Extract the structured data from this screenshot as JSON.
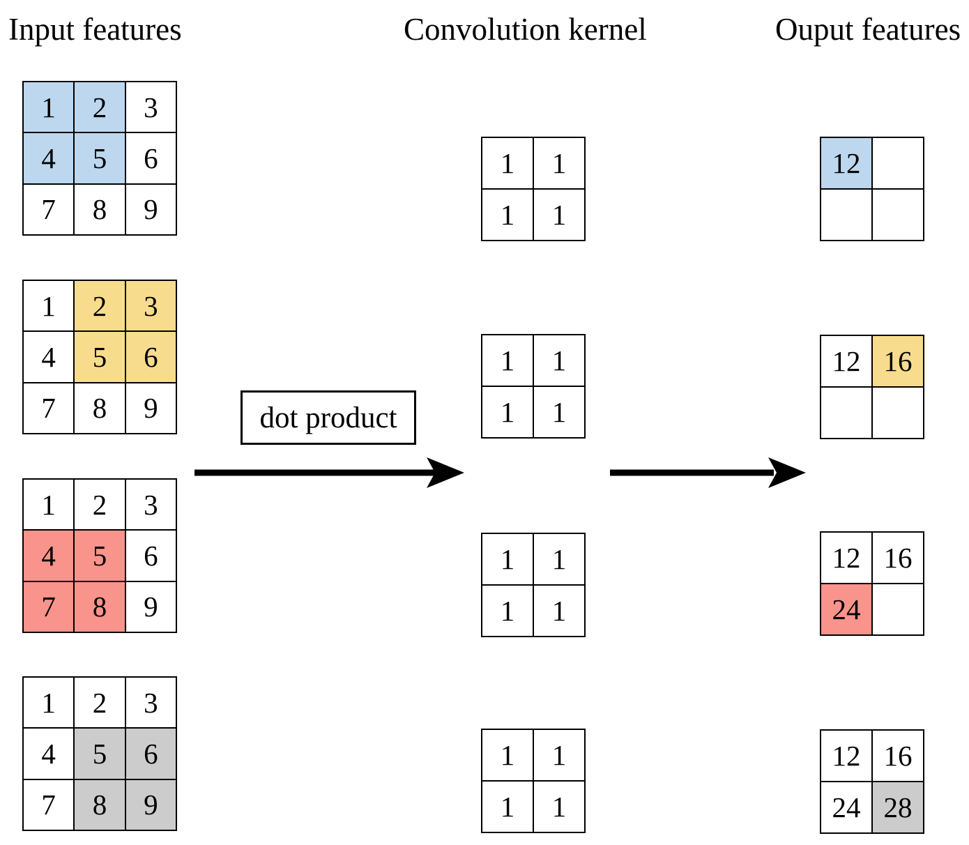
{
  "header": {
    "input_title": "Input features",
    "kernel_title": "Convolution kernel",
    "output_title": "Ouput features"
  },
  "arrow_label": "dot product",
  "colors": {
    "blue": "#bdd7ee",
    "yellow": "#f8dc8e",
    "red": "#f8948b",
    "gray": "#cccccc",
    "line": "#000000",
    "background": "#ffffff"
  },
  "icons": {
    "arrow_right": "solid right-pointing arrow"
  },
  "rows": [
    {
      "input": {
        "values": [
          [
            "1",
            "2",
            "3"
          ],
          [
            "4",
            "5",
            "6"
          ],
          [
            "7",
            "8",
            "9"
          ]
        ],
        "highlight": [
          [
            0,
            0
          ],
          [
            0,
            1
          ],
          [
            1,
            0
          ],
          [
            1,
            1
          ]
        ],
        "highlight_color": "blue"
      },
      "kernel": {
        "values": [
          [
            "1",
            "1"
          ],
          [
            "1",
            "1"
          ]
        ]
      },
      "output": {
        "values": [
          [
            "12",
            ""
          ],
          [
            "",
            ""
          ]
        ],
        "highlight": [
          [
            0,
            0
          ]
        ],
        "highlight_color": "blue"
      }
    },
    {
      "input": {
        "values": [
          [
            "1",
            "2",
            "3"
          ],
          [
            "4",
            "5",
            "6"
          ],
          [
            "7",
            "8",
            "9"
          ]
        ],
        "highlight": [
          [
            0,
            1
          ],
          [
            0,
            2
          ],
          [
            1,
            1
          ],
          [
            1,
            2
          ]
        ],
        "highlight_color": "yellow"
      },
      "kernel": {
        "values": [
          [
            "1",
            "1"
          ],
          [
            "1",
            "1"
          ]
        ]
      },
      "output": {
        "values": [
          [
            "12",
            "16"
          ],
          [
            "",
            ""
          ]
        ],
        "highlight": [
          [
            0,
            1
          ]
        ],
        "highlight_color": "yellow"
      }
    },
    {
      "input": {
        "values": [
          [
            "1",
            "2",
            "3"
          ],
          [
            "4",
            "5",
            "6"
          ],
          [
            "7",
            "8",
            "9"
          ]
        ],
        "highlight": [
          [
            1,
            0
          ],
          [
            1,
            1
          ],
          [
            2,
            0
          ],
          [
            2,
            1
          ]
        ],
        "highlight_color": "red"
      },
      "kernel": {
        "values": [
          [
            "1",
            "1"
          ],
          [
            "1",
            "1"
          ]
        ]
      },
      "output": {
        "values": [
          [
            "12",
            "16"
          ],
          [
            "24",
            ""
          ]
        ],
        "highlight": [
          [
            1,
            0
          ]
        ],
        "highlight_color": "red"
      }
    },
    {
      "input": {
        "values": [
          [
            "1",
            "2",
            "3"
          ],
          [
            "4",
            "5",
            "6"
          ],
          [
            "7",
            "8",
            "9"
          ]
        ],
        "highlight": [
          [
            1,
            1
          ],
          [
            1,
            2
          ],
          [
            2,
            1
          ],
          [
            2,
            2
          ]
        ],
        "highlight_color": "gray"
      },
      "kernel": {
        "values": [
          [
            "1",
            "1"
          ],
          [
            "1",
            "1"
          ]
        ]
      },
      "output": {
        "values": [
          [
            "12",
            "16"
          ],
          [
            "24",
            "28"
          ]
        ],
        "highlight": [
          [
            1,
            1
          ]
        ],
        "highlight_color": "gray"
      }
    }
  ]
}
